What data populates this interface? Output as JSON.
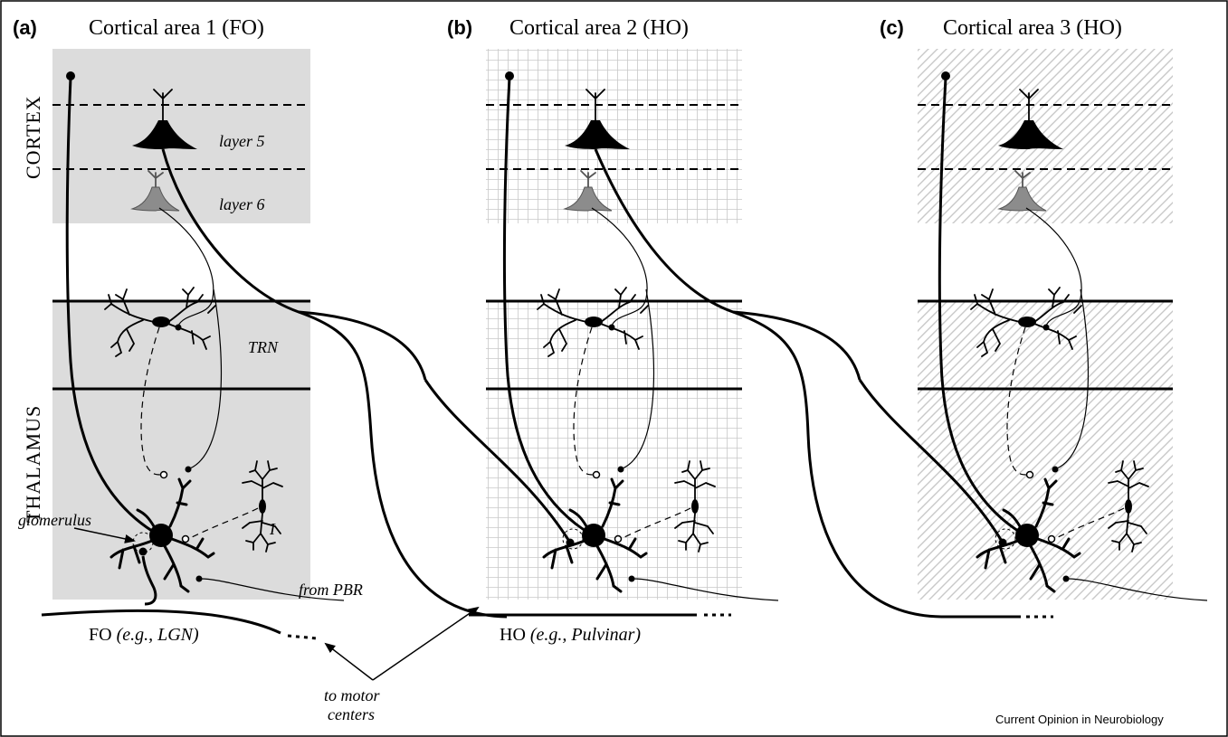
{
  "panels": [
    {
      "letter": "(a)",
      "title": "Cortical area 1 (FO)"
    },
    {
      "letter": "(b)",
      "title": "Cortical area 2 (HO)"
    },
    {
      "letter": "(c)",
      "title": "Cortical area 3 (HO)"
    }
  ],
  "regions": {
    "cortex": "CORTEX",
    "thalamus": "THALAMUS"
  },
  "labels": {
    "layer5": "layer 5",
    "layer6": "layer 6",
    "trn": "TRN",
    "interneuron": "I",
    "glomerulus": "glomerulus",
    "from_pbr": "from PBR",
    "fo_prefix": "FO ",
    "fo_example": "(e.g., LGN)",
    "ho_prefix": "HO ",
    "ho_example": "(e.g., Pulvinar)",
    "motor_line1": "to motor",
    "motor_line2": "centers"
  },
  "credit": "Current Opinion in Neurobiology",
  "colors": {
    "panel_a_fill": "#dcdcdc",
    "panel_b_grid": "#c8c8c8",
    "panel_c_hatch": "#c8c8c8",
    "layer6_cell": "#8c8c8c"
  }
}
